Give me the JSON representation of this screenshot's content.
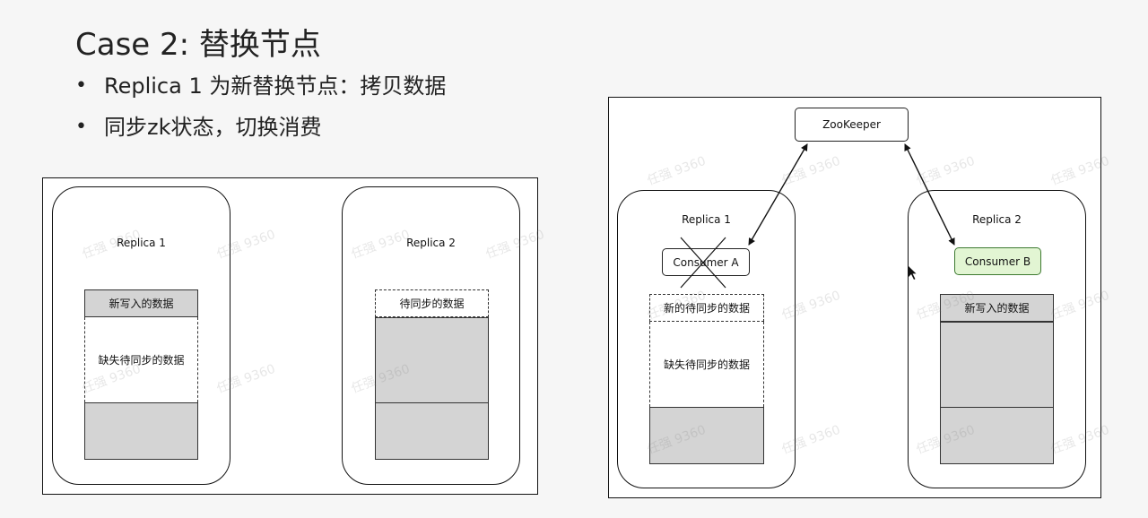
{
  "slide": {
    "title": "Case 2: 替换节点",
    "bullets": [
      "Replica 1 为新替换节点：拷贝数据",
      "同步zk状态，切换消费"
    ]
  },
  "left_diagram": {
    "replica1": {
      "label": "Replica 1",
      "new_data": "新写入的数据",
      "missing_data": "缺失待同步的数据"
    },
    "replica2": {
      "label": "Replica 2",
      "pending_data": "待同步的数据"
    }
  },
  "right_diagram": {
    "zookeeper": "ZooKeeper",
    "replica1": {
      "label": "Replica 1",
      "consumer": "Consumer A",
      "consumer_status": "removed",
      "new_pending_data": "新的待同步的数据",
      "missing_data": "缺失待同步的数据"
    },
    "replica2": {
      "label": "Replica 2",
      "consumer": "Consumer B",
      "new_data": "新写入的数据"
    }
  },
  "watermark": "任强 9360",
  "colors": {
    "block_gray": "#d4d4d4",
    "consumer_b_fill": "#e2f5d3"
  }
}
